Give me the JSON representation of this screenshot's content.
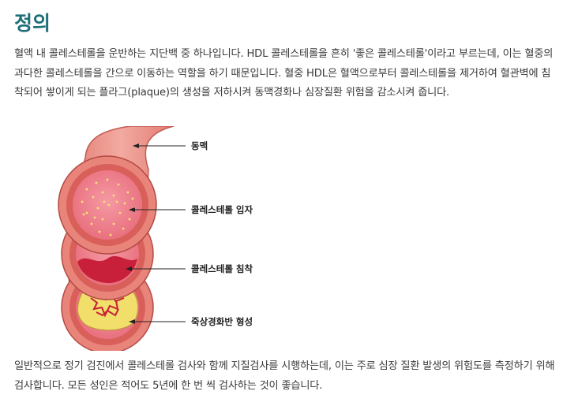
{
  "heading": "정의",
  "paragraph_1": "혈액 내 콜레스테롤을 운반하는 지단백 중 하나입니다. HDL 콜레스테롤을 흔히 '좋은 콜레스테롤'이라고 부르는데, 이는 혈중의 과다한 콜레스테롤을 간으로 이동하는 역할을 하기 때문입니다. 혈중 HDL은 혈액으로부터 콜레스테롤을 제거하여 혈관벽에 침착되어 쌓이게 되는 플라그(plaque)의 생성을 저하시켜 동맥경화나 심장질환 위험을 감소시켜 줍니다.",
  "figure": {
    "labels": {
      "artery": "동맥",
      "cholesterol_particles": "콜레스테롤 입자",
      "cholesterol_deposit": "콜레스테롤 침착",
      "atheroma_formation": "죽상경화반 형성"
    },
    "colors": {
      "vessel_wall": "#e8867c",
      "vessel_outer": "#f4b3aa",
      "lumen": "#f07f8b",
      "particles": "#f5e27a",
      "plaque": "#f2df6b",
      "deposit": "#c8203a",
      "leader_line": "#222222"
    }
  },
  "paragraph_2": "일반적으로 정기 검진에서 콜레스테롤 검사와 함께 지질검사를 시행하는데, 이는 주로 심장 질환 발생의 위험도를 측정하기 위해 검사합니다. 모든 성인은 적어도 5년에 한 번 씩 검사하는 것이 좋습니다."
}
